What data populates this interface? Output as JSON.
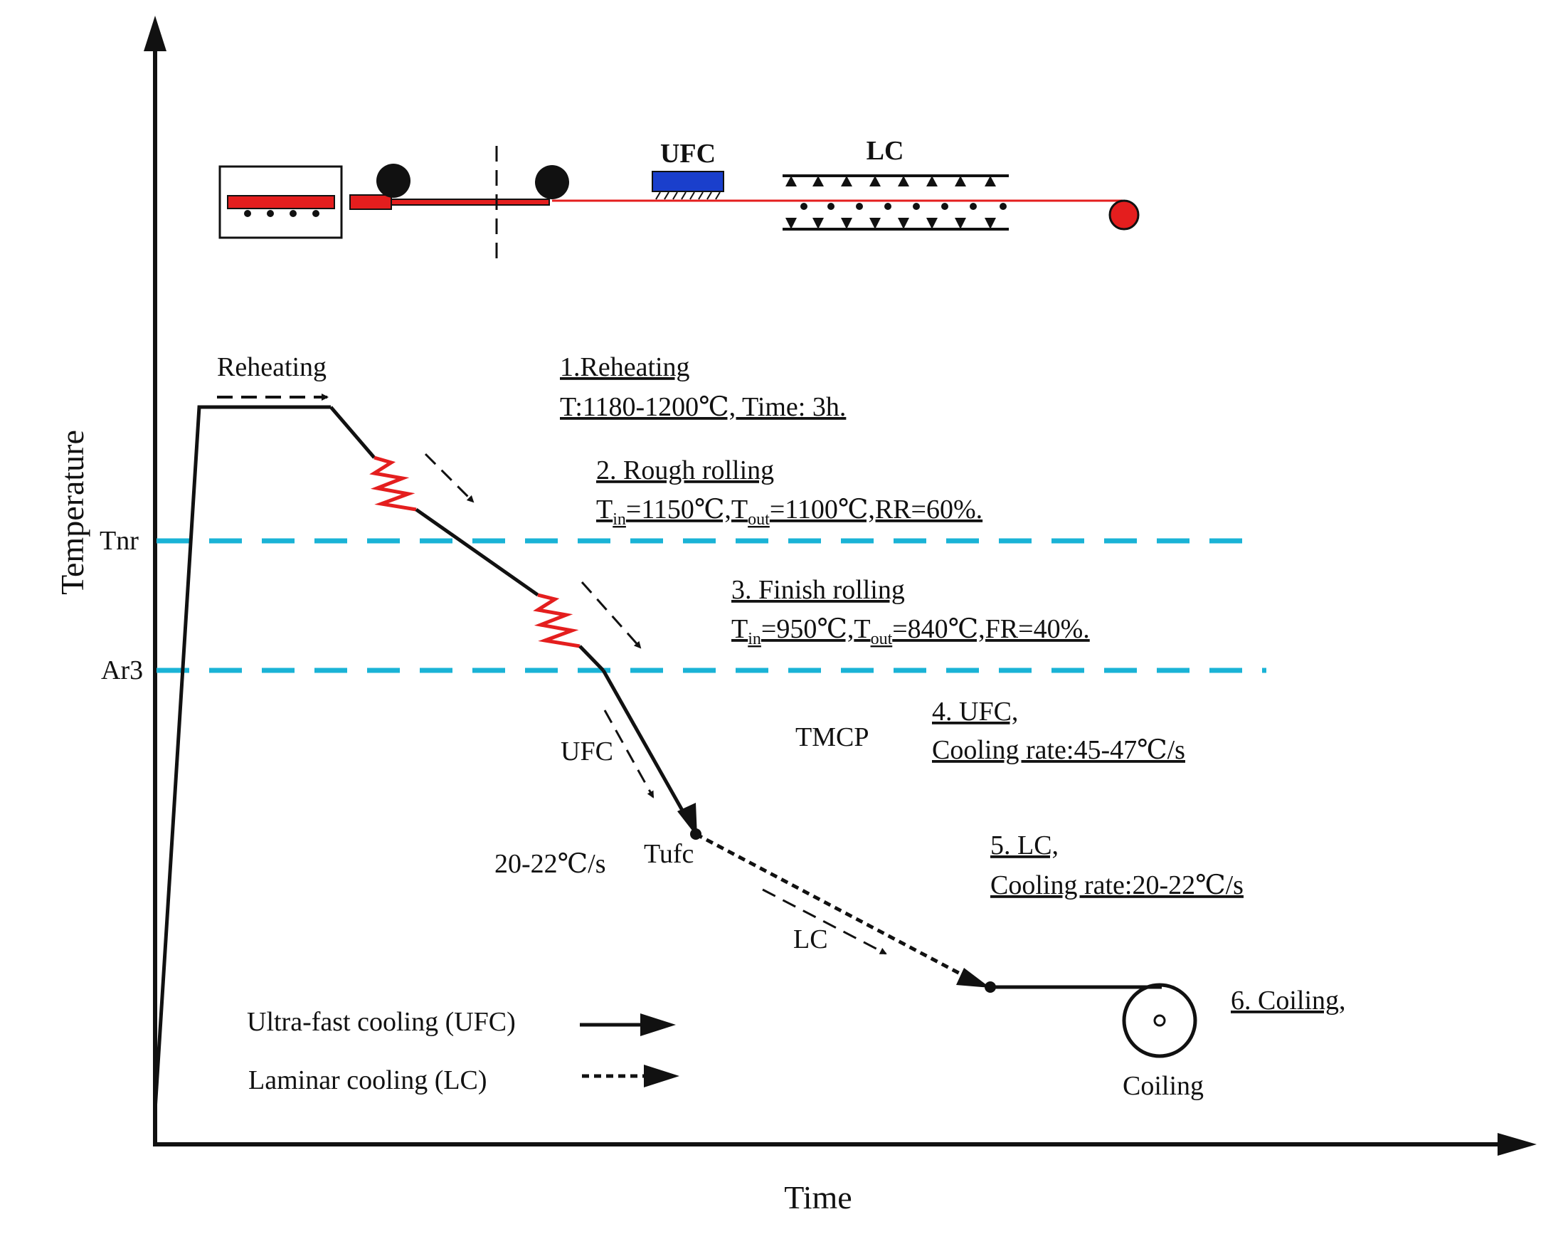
{
  "axes": {
    "x_label": "Time",
    "y_label": "Temperature",
    "levels": {
      "tnr": "Tnr",
      "ar3": "Ar3"
    }
  },
  "schematic": {
    "ufc_label": "UFC",
    "lc_label": "LC"
  },
  "curve_labels": {
    "reheating": "Reheating",
    "ufc": "UFC",
    "tufc": "Tufc",
    "rate": "20-22℃/s",
    "lc": "LC",
    "tmcp": "TMCP",
    "coiling": "Coiling"
  },
  "steps": {
    "s1": {
      "title": "1.Reheating",
      "detail": "T:1180-1200℃, Time: 3h."
    },
    "s2": {
      "title": "2. Rough rolling",
      "t_in": "=1150℃,",
      "t_out": "=1100℃,RR=60%."
    },
    "s3": {
      "title": "3. Finish rolling",
      "t_in": "=950℃,",
      "t_out": "=840℃,FR=40%."
    },
    "s4": {
      "title": "4. UFC,",
      "detail": "Cooling rate:45-47℃/s"
    },
    "s5": {
      "title": "5. LC,",
      "detail": "Cooling rate:20-22℃/s"
    },
    "s6": {
      "title": "6. Coiling,"
    }
  },
  "symbols": {
    "t": "T",
    "in": "in",
    "out": "out"
  },
  "legend": {
    "ufc": "Ultra-fast cooling (UFC)",
    "lc": "Laminar cooling (LC)"
  },
  "colors": {
    "reference_line": "#1ab3d6",
    "heater": "#e41e1e",
    "ufc_box": "#1a3fcc",
    "curve": "#111111"
  }
}
